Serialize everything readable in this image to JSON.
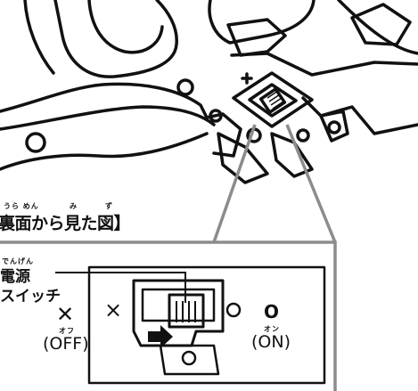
{
  "heading": {
    "text": "裏面から見た図】",
    "ruby_ura_men": "うら めん",
    "ruby_mi": "み",
    "ruby_zu": "ず"
  },
  "switch_label": {
    "ruby": "でんげん",
    "line1": "電源",
    "line2": "スイッチ"
  },
  "off_state": {
    "symbol": "✕",
    "ruby": "オフ",
    "text": "(OFF)"
  },
  "on_state": {
    "symbol": "O",
    "ruby": "オン",
    "text": "(ON)"
  },
  "panel_symbols": {
    "off": "×",
    "on": "○"
  },
  "colors": {
    "line": "#111111",
    "callout": "#8c8c8c",
    "background": "#ffffff"
  }
}
